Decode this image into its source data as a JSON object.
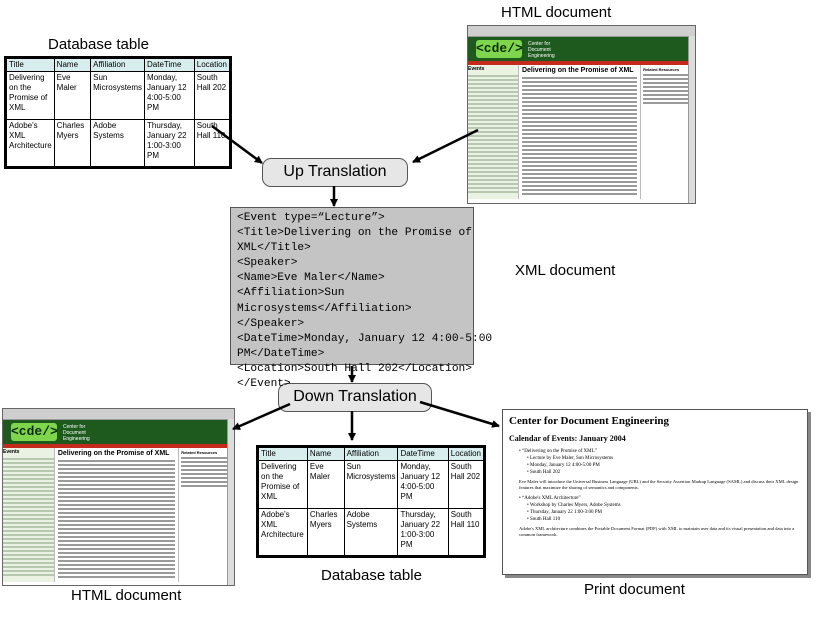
{
  "labels": {
    "db_table_top": "Database table",
    "html_doc_top": "HTML document",
    "xml_doc": "XML document",
    "db_table_bottom": "Database table",
    "html_doc_bottom": "HTML document",
    "print_doc": "Print document"
  },
  "translations": {
    "up": "Up Translation",
    "down": "Down Translation"
  },
  "db_table": {
    "headers": [
      "Title",
      "Name",
      "Affiliation",
      "DateTime",
      "Location"
    ],
    "rows": [
      [
        "Delivering on the Promise of XML",
        "Eve Maler",
        "Sun Microsystems",
        "Monday, January 12 4:00-5:00 PM",
        "South Hall 202"
      ],
      [
        "Adobe's XML Architecture",
        "Charles Myers",
        "Adobe Systems",
        "Thursday, January 22 1:00-3:00 PM",
        "South Hall 110"
      ]
    ]
  },
  "xml_lines": [
    "<Event type=“Lecture”>",
    "<Title>Delivering on the Promise of",
    "XML</Title>",
    "<Speaker>",
    "<Name>Eve Maler</Name>",
    "<Affiliation>Sun",
    "Microsystems</Affiliation>",
    "</Speaker>",
    "<DateTime>Monday, January 12 4:00-5:00",
    "PM</DateTime>",
    "<Location>South Hall 202</Location>",
    "</Event>"
  ],
  "html_doc": {
    "logo": "<cde/>",
    "org_line1": "Center for",
    "org_line2": "Document",
    "org_line3": "Engineering",
    "title": "Delivering on the Promise of XML",
    "side_heading": "Events",
    "right_heading": "Related Resources"
  },
  "print_doc": {
    "heading": "Center for Document Engineering",
    "subheading": "Calendar of Events: January 2004",
    "event1": "• “Delivering on the Promise of XML”",
    "event1_details": [
      "• Lecture by Eve Maler, Sun Microsystems",
      "• Monday, January 12 4:00-5:00 PM",
      "• South Hall 202"
    ],
    "event1_para": "Eve Maler will introduce the Universal Business Language (UBL) and the Security Assertion Markup Language (SAML) and discuss their XML design features that maximize the sharing of semantics and components.",
    "event2": "• “Adobe's XML Architecture”",
    "event2_details": [
      "• Workshop by Charles Myers, Adobe Systems",
      "• Thursday, January 22 1:00-3:00 PM",
      "• South Hall 110"
    ],
    "event2_para": "Adobe's XML architecture combines the Portable Document Format (PDF) with XML to maintain user data and its visual presentation and data into a common framework."
  }
}
